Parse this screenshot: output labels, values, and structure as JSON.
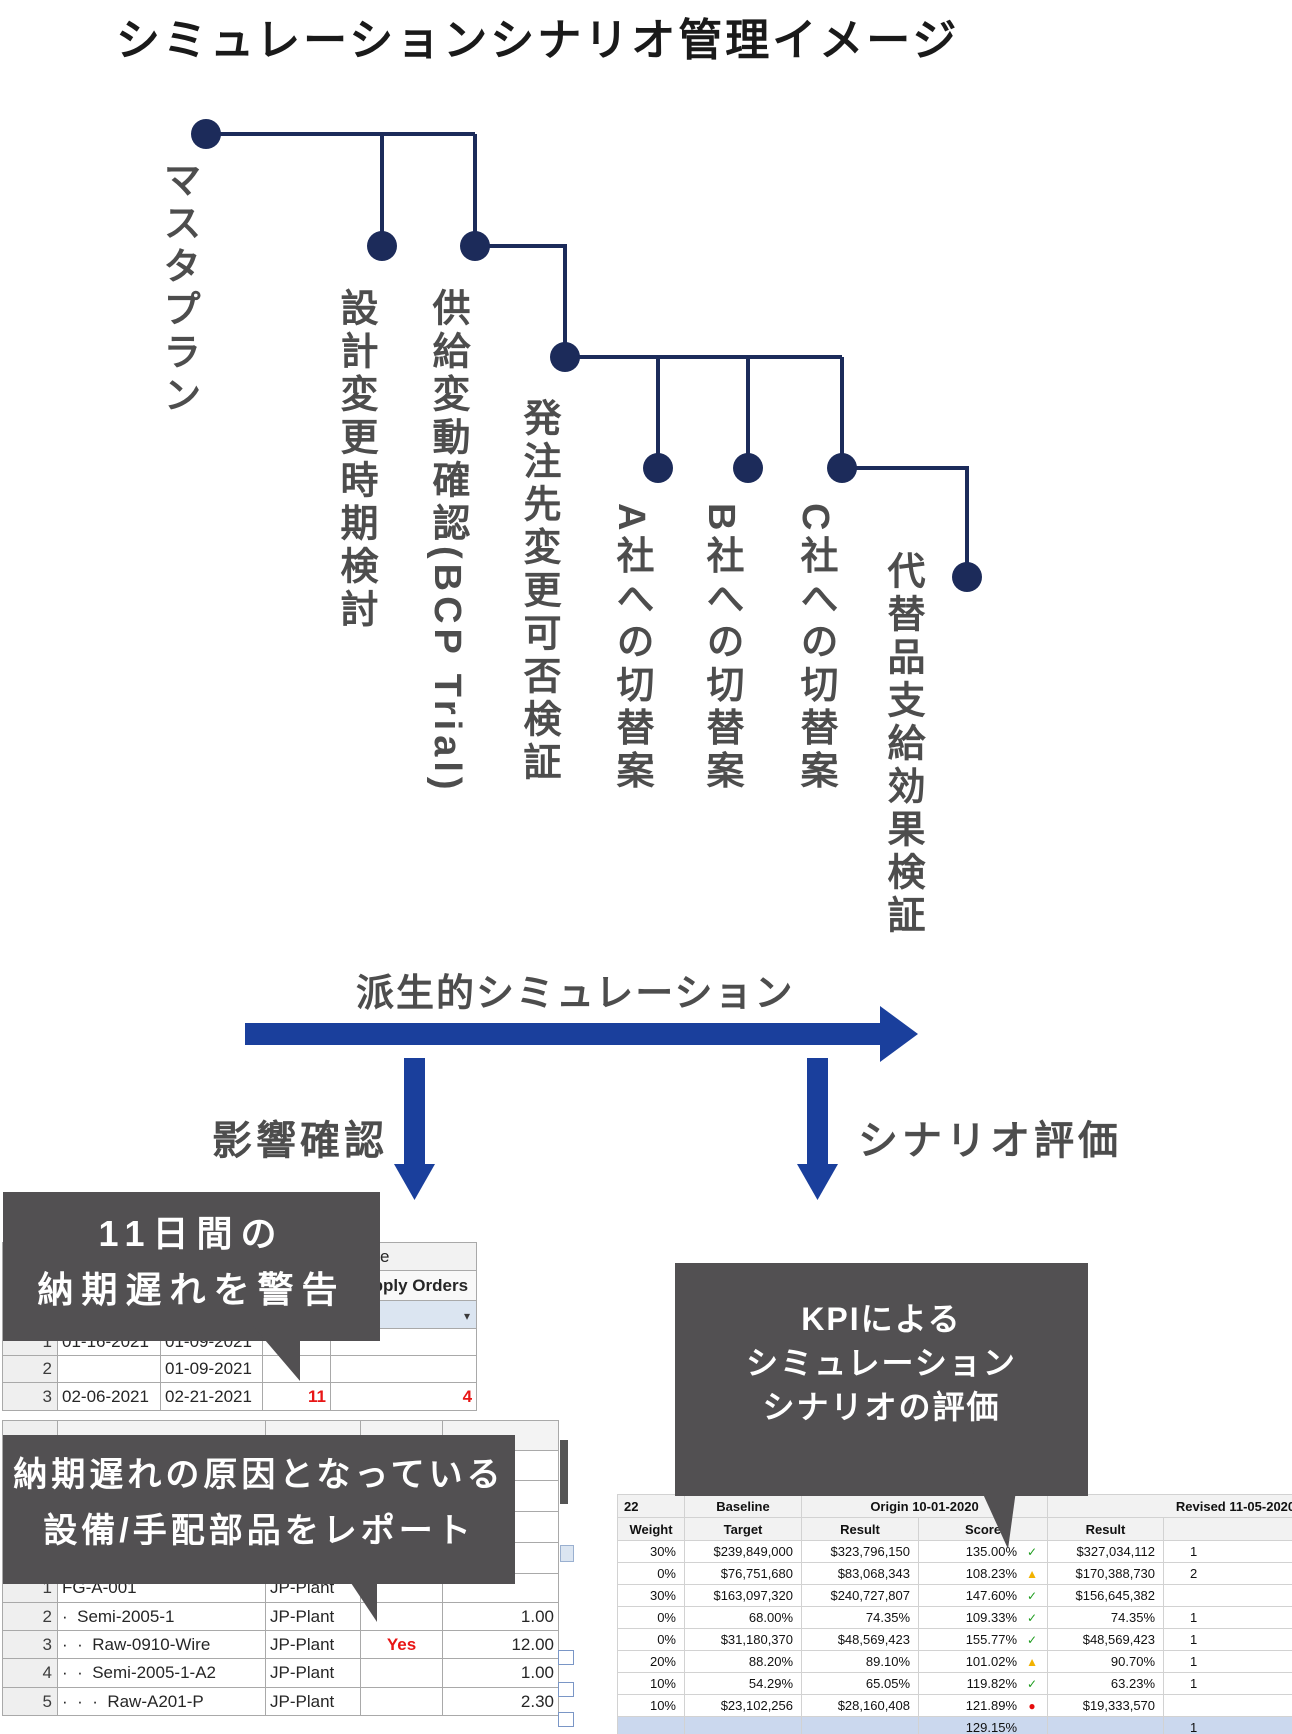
{
  "title": "シミュレーションシナリオ管理イメージ",
  "tree": {
    "labels": {
      "master": "マスタプラン",
      "design_change": "設計変更時期検討",
      "supply_check": "供給変動確認(BCP Trial)",
      "order_change": "発注先変更可否検証",
      "company_a": "A社への切替案",
      "company_b": "B社への切替案",
      "company_c": "C社への切替案",
      "alternative": "代替品支給効果検証"
    }
  },
  "flow": {
    "derivative": "派生的シミュレーション",
    "impact": "影響確認",
    "evaluation": "シナリオ評価"
  },
  "callouts": {
    "delay": {
      "line1": "11日間の",
      "line2": "納期遅れを警告"
    },
    "cause": {
      "line1": "納期遅れの原因となっている",
      "line2": "設備/手配部品をレポート"
    },
    "kpi": {
      "line1": "KPIによる",
      "line2": "シミュレーション",
      "line3": "シナリオの評価"
    }
  },
  "impact_table": {
    "header_fragment": "e",
    "orders_header": "Supply Orders",
    "filter_icon": "▾",
    "rows": [
      {
        "num": "1",
        "start": "01-16-2021",
        "end": "01-09-2021",
        "delay": "",
        "orders": ""
      },
      {
        "num": "2",
        "start": "",
        "end": "01-09-2021",
        "delay": "",
        "orders": ""
      },
      {
        "num": "3",
        "start": "02-06-2021",
        "end": "02-21-2021",
        "delay": "11",
        "orders": "4"
      }
    ]
  },
  "report_table": {
    "rows": [
      {
        "num": "1",
        "item": "FG-A-001",
        "plant": "JP-Plant",
        "flag": "",
        "qty": ""
      },
      {
        "num": "2",
        "item": "·  Semi-2005-1",
        "plant": "JP-Plant",
        "flag": "",
        "qty": "1.00"
      },
      {
        "num": "3",
        "item": "·  ·  Raw-0910-Wire",
        "plant": "JP-Plant",
        "flag": "Yes",
        "qty": "12.00"
      },
      {
        "num": "4",
        "item": "·  ·  Semi-2005-1-A2",
        "plant": "JP-Plant",
        "flag": "",
        "qty": "1.00"
      },
      {
        "num": "5",
        "item": "·  ·  ·  Raw-A201-P",
        "plant": "JP-Plant",
        "flag": "",
        "qty": "2.30"
      }
    ]
  },
  "kpi_table": {
    "header1": {
      "col1": "22",
      "baseline": "Baseline",
      "origin": "Origin 10-01-2020",
      "revised": "Revised 11-05-2020"
    },
    "header2": {
      "weight": "Weight",
      "target": "Target",
      "result": "Result",
      "score": "Score",
      "result2": "Result",
      "extra": ""
    },
    "rows": [
      {
        "weight": "30%",
        "target": "$239,849,000",
        "result": "$323,796,150",
        "score": "135.00%",
        "icon": "✓",
        "icon_color": "#1f9d1f",
        "result2": "$327,034,112",
        "extra": "1"
      },
      {
        "weight": "0%",
        "target": "$76,751,680",
        "result": "$83,068,343",
        "score": "108.23%",
        "icon": "▲",
        "icon_color": "#f2b200",
        "result2": "$170,388,730",
        "extra": "2"
      },
      {
        "weight": "30%",
        "target": "$163,097,320",
        "result": "$240,727,807",
        "score": "147.60%",
        "icon": "✓",
        "icon_color": "#1f9d1f",
        "result2": "$156,645,382",
        "extra": ""
      },
      {
        "weight": "0%",
        "target": "68.00%",
        "result": "74.35%",
        "score": "109.33%",
        "icon": "✓",
        "icon_color": "#1f9d1f",
        "result2": "74.35%",
        "extra": "1"
      },
      {
        "weight": "0%",
        "target": "$31,180,370",
        "result": "$48,569,423",
        "score": "155.77%",
        "icon": "✓",
        "icon_color": "#1f9d1f",
        "result2": "$48,569,423",
        "extra": "1"
      },
      {
        "weight": "20%",
        "target": "88.20%",
        "result": "89.10%",
        "score": "101.02%",
        "icon": "▲",
        "icon_color": "#f2b200",
        "result2": "90.70%",
        "extra": "1"
      },
      {
        "weight": "10%",
        "target": "54.29%",
        "result": "65.05%",
        "score": "119.82%",
        "icon": "✓",
        "icon_color": "#1f9d1f",
        "result2": "63.23%",
        "extra": "1"
      },
      {
        "weight": "10%",
        "target": "$23,102,256",
        "result": "$28,160,408",
        "score": "121.89%",
        "icon": "●",
        "icon_color": "#e60c0c",
        "result2": "$19,333,570",
        "extra": ""
      }
    ],
    "total": {
      "score": "129.15%",
      "extra": "1"
    }
  },
  "colors": {
    "tree_navy": "#1c2b5a",
    "arrow_blue": "#1a3f9c",
    "callout_gray": "#525052",
    "filter_row_blue": "#dbe5f1",
    "total_row_blue": "#cbd8ee",
    "alert_red": "#e81515",
    "ok_green": "#1f9d1f",
    "warn_amber": "#f2b200"
  }
}
